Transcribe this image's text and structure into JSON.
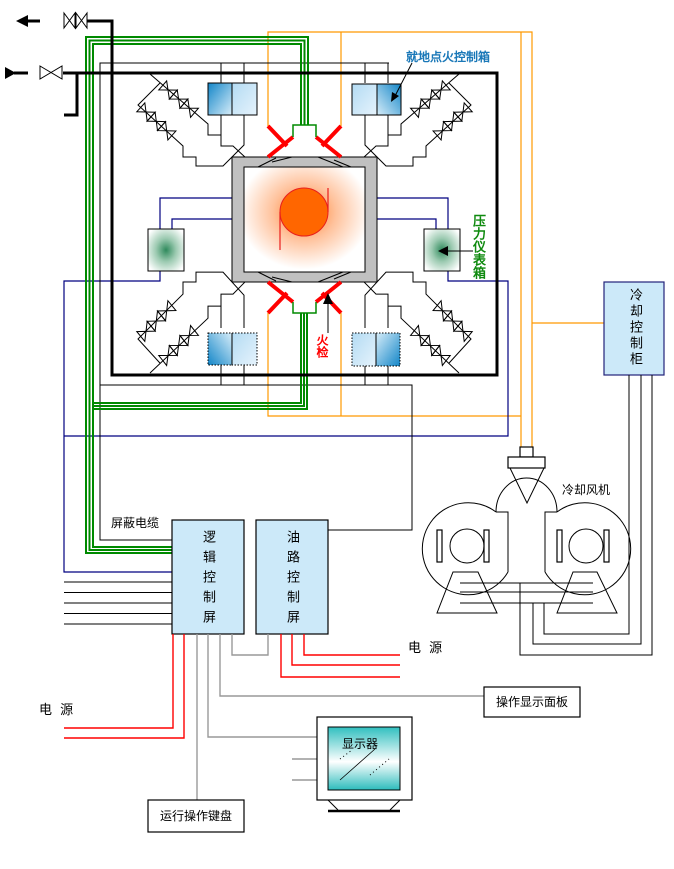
{
  "diagram": {
    "labels": {
      "local_ignition_control_box": "就地点火控制箱",
      "pressure_instrument_box": "压力仪表箱",
      "flame_detector": "火检",
      "cooling_control_cabinet": "冷却控制柜",
      "cooling_fan": "冷却风机",
      "shielded_cable": "屏蔽电缆",
      "logic_control_panel": "逻辑控制屏",
      "oil_circuit_control_panel": "油路控制屏",
      "power_supply_left": "电 源",
      "power_supply_right": "电 源",
      "operation_display_panel": "操作显示面板",
      "monitor": "显示器",
      "operation_keyboard": "运行操作键盘"
    },
    "flow_arrows": {
      "top_outlet": "left",
      "inlet": "right"
    },
    "colors": {
      "shielded_cable_line": "#008a00",
      "signal_line": "#ff9900",
      "pressure_line": "#000080",
      "power_line": "#ff0000",
      "data_line": "#999999",
      "panel_fill": "#cce9f9",
      "label_blue": "#1a78b8",
      "label_green": "#0f8a0f",
      "label_red": "#ff0000"
    }
  }
}
